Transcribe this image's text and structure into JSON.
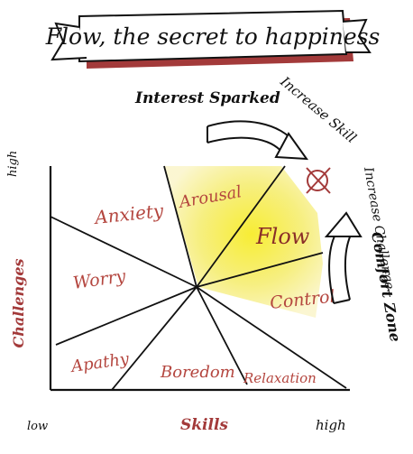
{
  "title": "Flow, the secret to happiness",
  "annotations": {
    "interest_sparked": "Interest Sparked",
    "increase_skill": "Increase Skill",
    "increase_challenge": "Increase Challenge",
    "comfort_zone": "Comfort Zone"
  },
  "axes": {
    "y_label": "Challenges",
    "x_label": "Skills",
    "y_high": "high",
    "x_low": "low",
    "x_high": "high"
  },
  "zones": {
    "anxiety": "Anxiety",
    "arousal": "Arousal",
    "flow": "Flow",
    "worry": "Worry",
    "control": "Control",
    "apathy": "Apathy",
    "boredom": "Boredom",
    "relaxation": "Relaxation"
  },
  "colors": {
    "banner_shadow": "#a33a3a",
    "zone_text": "#b4463f",
    "flow_highlight": "#f4e93a",
    "ink": "#111111"
  }
}
